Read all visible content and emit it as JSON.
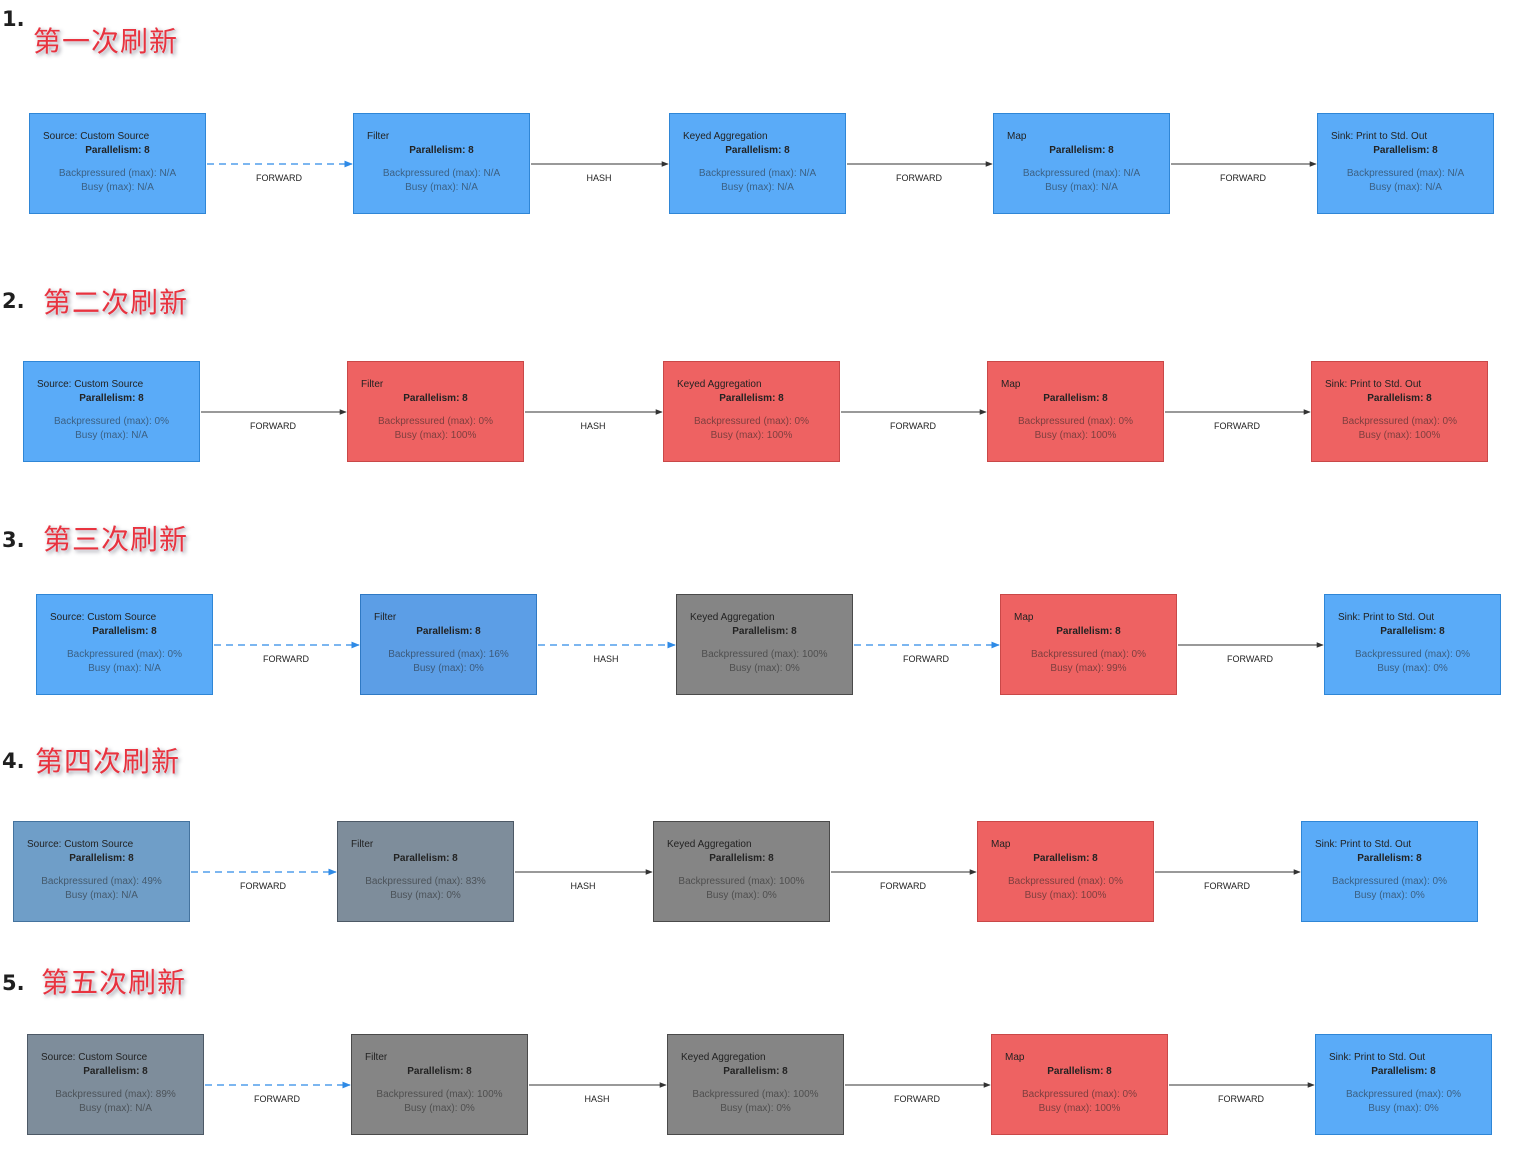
{
  "sections": [
    {
      "number": "1.",
      "title": "第一次刷新",
      "nodes": [
        {
          "name": "Source: Custom Source",
          "parallelism": "Parallelism: 8",
          "backpressured": "Backpressured (max): N/A",
          "busy": "Busy (max): N/A",
          "color": "blue"
        },
        {
          "name": "Filter",
          "parallelism": "Parallelism: 8",
          "backpressured": "Backpressured (max): N/A",
          "busy": "Busy (max): N/A",
          "color": "blue"
        },
        {
          "name": "Keyed Aggregation",
          "parallelism": "Parallelism: 8",
          "backpressured": "Backpressured (max): N/A",
          "busy": "Busy (max): N/A",
          "color": "blue"
        },
        {
          "name": "Map",
          "parallelism": "Parallelism: 8",
          "backpressured": "Backpressured (max): N/A",
          "busy": "Busy (max): N/A",
          "color": "blue"
        },
        {
          "name": "Sink: Print to Std. Out",
          "parallelism": "Parallelism: 8",
          "backpressured": "Backpressured (max): N/A",
          "busy": "Busy (max): N/A",
          "color": "blue"
        }
      ],
      "edges": [
        {
          "label": "FORWARD",
          "style": "dashed"
        },
        {
          "label": "HASH",
          "style": "solid"
        },
        {
          "label": "FORWARD",
          "style": "solid"
        },
        {
          "label": "FORWARD",
          "style": "solid"
        }
      ]
    },
    {
      "number": "2.",
      "title": "第二次刷新",
      "nodes": [
        {
          "name": "Source: Custom Source",
          "parallelism": "Parallelism: 8",
          "backpressured": "Backpressured (max): 0%",
          "busy": "Busy (max): N/A",
          "color": "blue"
        },
        {
          "name": "Filter",
          "parallelism": "Parallelism: 8",
          "backpressured": "Backpressured (max): 0%",
          "busy": "Busy (max): 100%",
          "color": "red"
        },
        {
          "name": "Keyed Aggregation",
          "parallelism": "Parallelism: 8",
          "backpressured": "Backpressured (max): 0%",
          "busy": "Busy (max): 100%",
          "color": "red"
        },
        {
          "name": "Map",
          "parallelism": "Parallelism: 8",
          "backpressured": "Backpressured (max): 0%",
          "busy": "Busy (max): 100%",
          "color": "red"
        },
        {
          "name": "Sink: Print to Std. Out",
          "parallelism": "Parallelism: 8",
          "backpressured": "Backpressured (max): 0%",
          "busy": "Busy (max): 100%",
          "color": "red"
        }
      ],
      "edges": [
        {
          "label": "FORWARD",
          "style": "solid"
        },
        {
          "label": "HASH",
          "style": "solid"
        },
        {
          "label": "FORWARD",
          "style": "solid"
        },
        {
          "label": "FORWARD",
          "style": "solid"
        }
      ]
    },
    {
      "number": "3.",
      "title": "第三次刷新",
      "nodes": [
        {
          "name": "Source: Custom Source",
          "parallelism": "Parallelism: 8",
          "backpressured": "Backpressured (max): 0%",
          "busy": "Busy (max): N/A",
          "color": "blue"
        },
        {
          "name": "Filter",
          "parallelism": "Parallelism: 8",
          "backpressured": "Backpressured (max): 16%",
          "busy": "Busy (max): 0%",
          "color": "midblue"
        },
        {
          "name": "Keyed Aggregation",
          "parallelism": "Parallelism: 8",
          "backpressured": "Backpressured (max): 100%",
          "busy": "Busy (max): 0%",
          "color": "gray"
        },
        {
          "name": "Map",
          "parallelism": "Parallelism: 8",
          "backpressured": "Backpressured (max): 0%",
          "busy": "Busy (max): 99%",
          "color": "red"
        },
        {
          "name": "Sink: Print to Std. Out",
          "parallelism": "Parallelism: 8",
          "backpressured": "Backpressured (max): 0%",
          "busy": "Busy (max): 0%",
          "color": "blue"
        }
      ],
      "edges": [
        {
          "label": "FORWARD",
          "style": "dashed"
        },
        {
          "label": "HASH",
          "style": "dashed"
        },
        {
          "label": "FORWARD",
          "style": "dashed"
        },
        {
          "label": "FORWARD",
          "style": "solid"
        }
      ]
    },
    {
      "number": "4.",
      "title": "第四次刷新",
      "nodes": [
        {
          "name": "Source: Custom Source",
          "parallelism": "Parallelism: 8",
          "backpressured": "Backpressured (max): 49%",
          "busy": "Busy (max): N/A",
          "color": "steel"
        },
        {
          "name": "Filter",
          "parallelism": "Parallelism: 8",
          "backpressured": "Backpressured (max): 83%",
          "busy": "Busy (max): 0%",
          "color": "slate"
        },
        {
          "name": "Keyed Aggregation",
          "parallelism": "Parallelism: 8",
          "backpressured": "Backpressured (max): 100%",
          "busy": "Busy (max): 0%",
          "color": "gray"
        },
        {
          "name": "Map",
          "parallelism": "Parallelism: 8",
          "backpressured": "Backpressured (max): 0%",
          "busy": "Busy (max): 100%",
          "color": "red"
        },
        {
          "name": "Sink: Print to Std. Out",
          "parallelism": "Parallelism: 8",
          "backpressured": "Backpressured (max): 0%",
          "busy": "Busy (max): 0%",
          "color": "blue"
        }
      ],
      "edges": [
        {
          "label": "FORWARD",
          "style": "dashed"
        },
        {
          "label": "HASH",
          "style": "solid"
        },
        {
          "label": "FORWARD",
          "style": "solid"
        },
        {
          "label": "FORWARD",
          "style": "solid"
        }
      ]
    },
    {
      "number": "5.",
      "title": "第五次刷新",
      "nodes": [
        {
          "name": "Source: Custom Source",
          "parallelism": "Parallelism: 8",
          "backpressured": "Backpressured (max): 89%",
          "busy": "Busy (max): N/A",
          "color": "slate"
        },
        {
          "name": "Filter",
          "parallelism": "Parallelism: 8",
          "backpressured": "Backpressured (max): 100%",
          "busy": "Busy (max): 0%",
          "color": "gray"
        },
        {
          "name": "Keyed Aggregation",
          "parallelism": "Parallelism: 8",
          "backpressured": "Backpressured (max): 100%",
          "busy": "Busy (max): 0%",
          "color": "gray"
        },
        {
          "name": "Map",
          "parallelism": "Parallelism: 8",
          "backpressured": "Backpressured (max): 0%",
          "busy": "Busy (max): 100%",
          "color": "red"
        },
        {
          "name": "Sink: Print to Std. Out",
          "parallelism": "Parallelism: 8",
          "backpressured": "Backpressured (max): 0%",
          "busy": "Busy (max): 0%",
          "color": "blue"
        }
      ],
      "edges": [
        {
          "label": "FORWARD",
          "style": "dashed"
        },
        {
          "label": "HASH",
          "style": "solid"
        },
        {
          "label": "FORWARD",
          "style": "solid"
        },
        {
          "label": "FORWARD",
          "style": "solid"
        }
      ]
    }
  ]
}
